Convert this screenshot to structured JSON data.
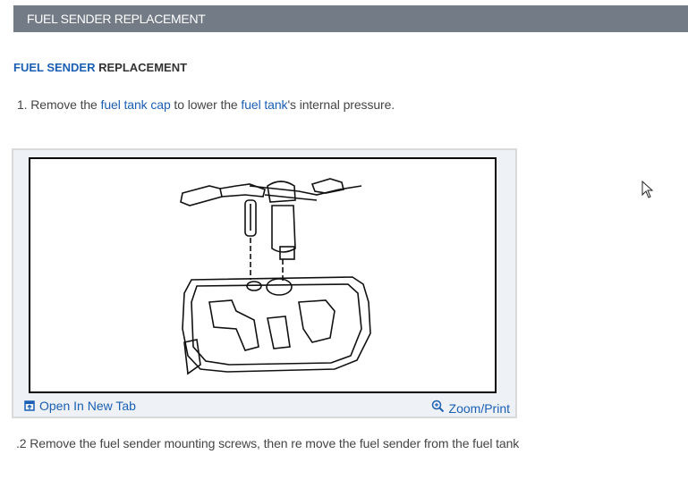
{
  "header": {
    "title": "FUEL SENDER REPLACEMENT"
  },
  "section": {
    "title_link": "FUEL SENDER",
    "title_rest": " REPLACEMENT"
  },
  "steps": [
    {
      "prefix": "1. Remove the ",
      "link1": "fuel tank cap",
      "middle": " to lower the ",
      "link2": "fuel tank",
      "suffix": "'s internal pressure."
    },
    {
      "text": ".2 Remove the fuel sender mounting screws, then re move the fuel sender from the fuel tank"
    }
  ],
  "figure": {
    "alt": "Fuel sender and fuel tank exploded diagram",
    "open_new_tab_label": "Open In New Tab",
    "zoom_print_label": "Zoom/Print",
    "icons": {
      "open": "open-new-tab-icon",
      "zoom": "zoom-in-icon"
    }
  },
  "colors": {
    "header_bg": "#727b86",
    "link": "#1a5fb4",
    "figure_bg": "#eef2f6"
  }
}
